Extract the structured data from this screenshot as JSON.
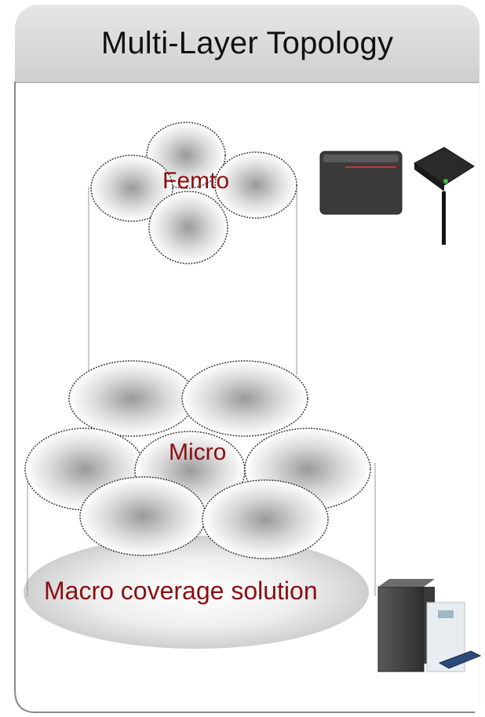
{
  "title": "Multi-Layer Topology",
  "layers": {
    "femto": "Femto",
    "micro": "Micro",
    "macro": "Macro coverage solution"
  },
  "icons": {
    "femto_devices": [
      "femto-router-icon",
      "femto-access-point-icon"
    ],
    "macro_devices": [
      "macro-base-station-icon"
    ]
  },
  "colors": {
    "label": "#8b0e12",
    "title_bar": "#d9d9d9"
  }
}
